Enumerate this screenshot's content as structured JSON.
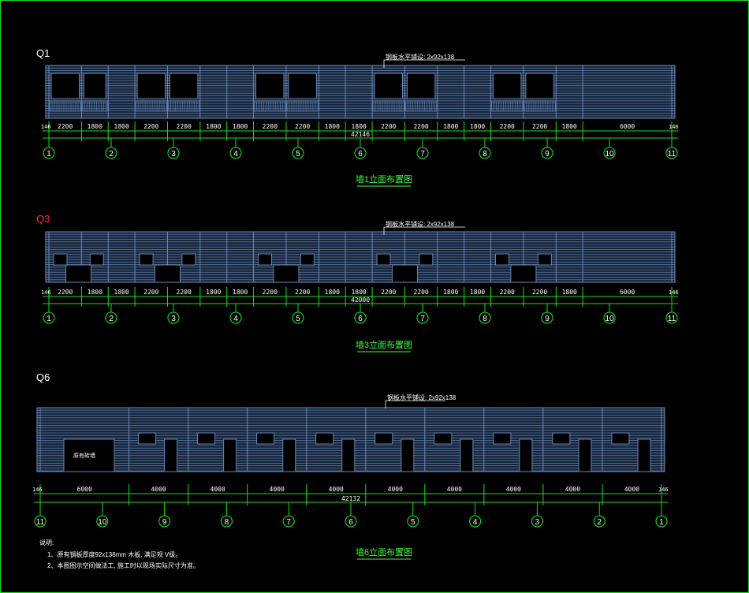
{
  "colors": {
    "background": "#000000",
    "wall": "#6f8fc0",
    "wall_fill": "#16243a",
    "dimension": "#16e016",
    "text": "#ffffff",
    "title": "#33ff33",
    "highlight": "#ff2a2a"
  },
  "elevations": [
    {
      "id": "Q1",
      "label": "Q1",
      "label_color": "#ffffff",
      "note": "钢板水平铺设: 2x92x138",
      "edge_dims": [
        "146",
        "146"
      ],
      "dims": [
        "2200",
        "1800",
        "1800",
        "2200",
        "2200",
        "1800",
        "1800",
        "2200",
        "2200",
        "1800",
        "1800",
        "2200",
        "2200",
        "1800",
        "1800",
        "2200",
        "2200",
        "1800",
        "6000"
      ],
      "total": "42146",
      "axes": [
        "1",
        "2",
        "3",
        "4",
        "5",
        "6",
        "7",
        "8",
        "9",
        "10",
        "11"
      ],
      "title": "墙1立面布置图",
      "type": "windows"
    },
    {
      "id": "Q3",
      "label": "Q3",
      "label_color": "#ff2a2a",
      "note": "钢板水平铺设: 2x92x138",
      "edge_dims": [
        "146",
        "146"
      ],
      "dims": [
        "2200",
        "1800",
        "1800",
        "2200",
        "2200",
        "1800",
        "1800",
        "2200",
        "2200",
        "1800",
        "1800",
        "2200",
        "2200",
        "1800",
        "1800",
        "2200",
        "2200",
        "1800",
        "6000"
      ],
      "total": "42000",
      "axes": [
        "1",
        "2",
        "3",
        "4",
        "5",
        "6",
        "7",
        "8",
        "9",
        "10",
        "11"
      ],
      "title": "墙3立面布置图",
      "type": "small_windows"
    },
    {
      "id": "Q6",
      "label": "Q6",
      "label_color": "#ffffff",
      "note": "钢板水平铺设: 2x92x138",
      "edge_dims": [
        "146",
        "146"
      ],
      "dims": [
        "6000",
        "4000",
        "4000",
        "4000",
        "4000",
        "4000",
        "4000",
        "4000",
        "4000",
        "4000"
      ],
      "total": "42132",
      "axes": [
        "11",
        "10",
        "9",
        "8",
        "7",
        "6",
        "5",
        "4",
        "3",
        "2",
        "1"
      ],
      "title": "墙6立面布置图",
      "door_label": "原有砖墙",
      "type": "doors"
    }
  ],
  "notes": {
    "heading": "说明:",
    "items": [
      "1、原有钢板厚度92x138mm 木板, 满足规 V级。",
      "2、本图图示空间做法工, 施工时以现场实际尺寸为准。"
    ]
  }
}
